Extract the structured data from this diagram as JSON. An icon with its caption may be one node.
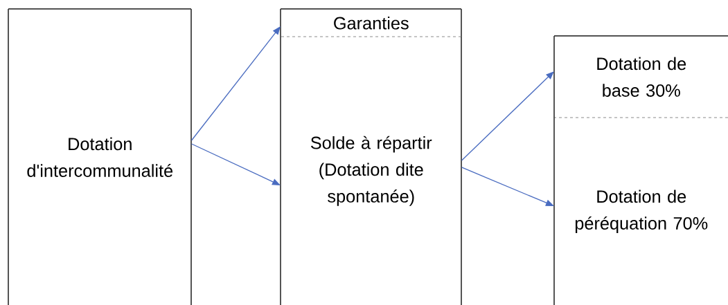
{
  "diagram": {
    "nodes": [
      {
        "text": [
          "Dotation d'intercommunalité"
        ]
      },
      {
        "text": [
          "Garanties"
        ]
      },
      {
        "text": [
          "Solde à répartir (Dotation dite spontanée)"
        ]
      },
      {
        "text": [
          "Dotation de base 30%"
        ]
      },
      {
        "text": [
          "Dotation de péréquation 70%"
        ]
      }
    ],
    "edges": [
      {
        "from": 0,
        "to": 1,
        "arrow": "to"
      },
      {
        "from": 0,
        "to": 2,
        "arrow": "to"
      },
      {
        "from": 2,
        "to": 3,
        "arrow": "to"
      },
      {
        "from": 2,
        "to": 4,
        "arrow": "to"
      }
    ]
  }
}
